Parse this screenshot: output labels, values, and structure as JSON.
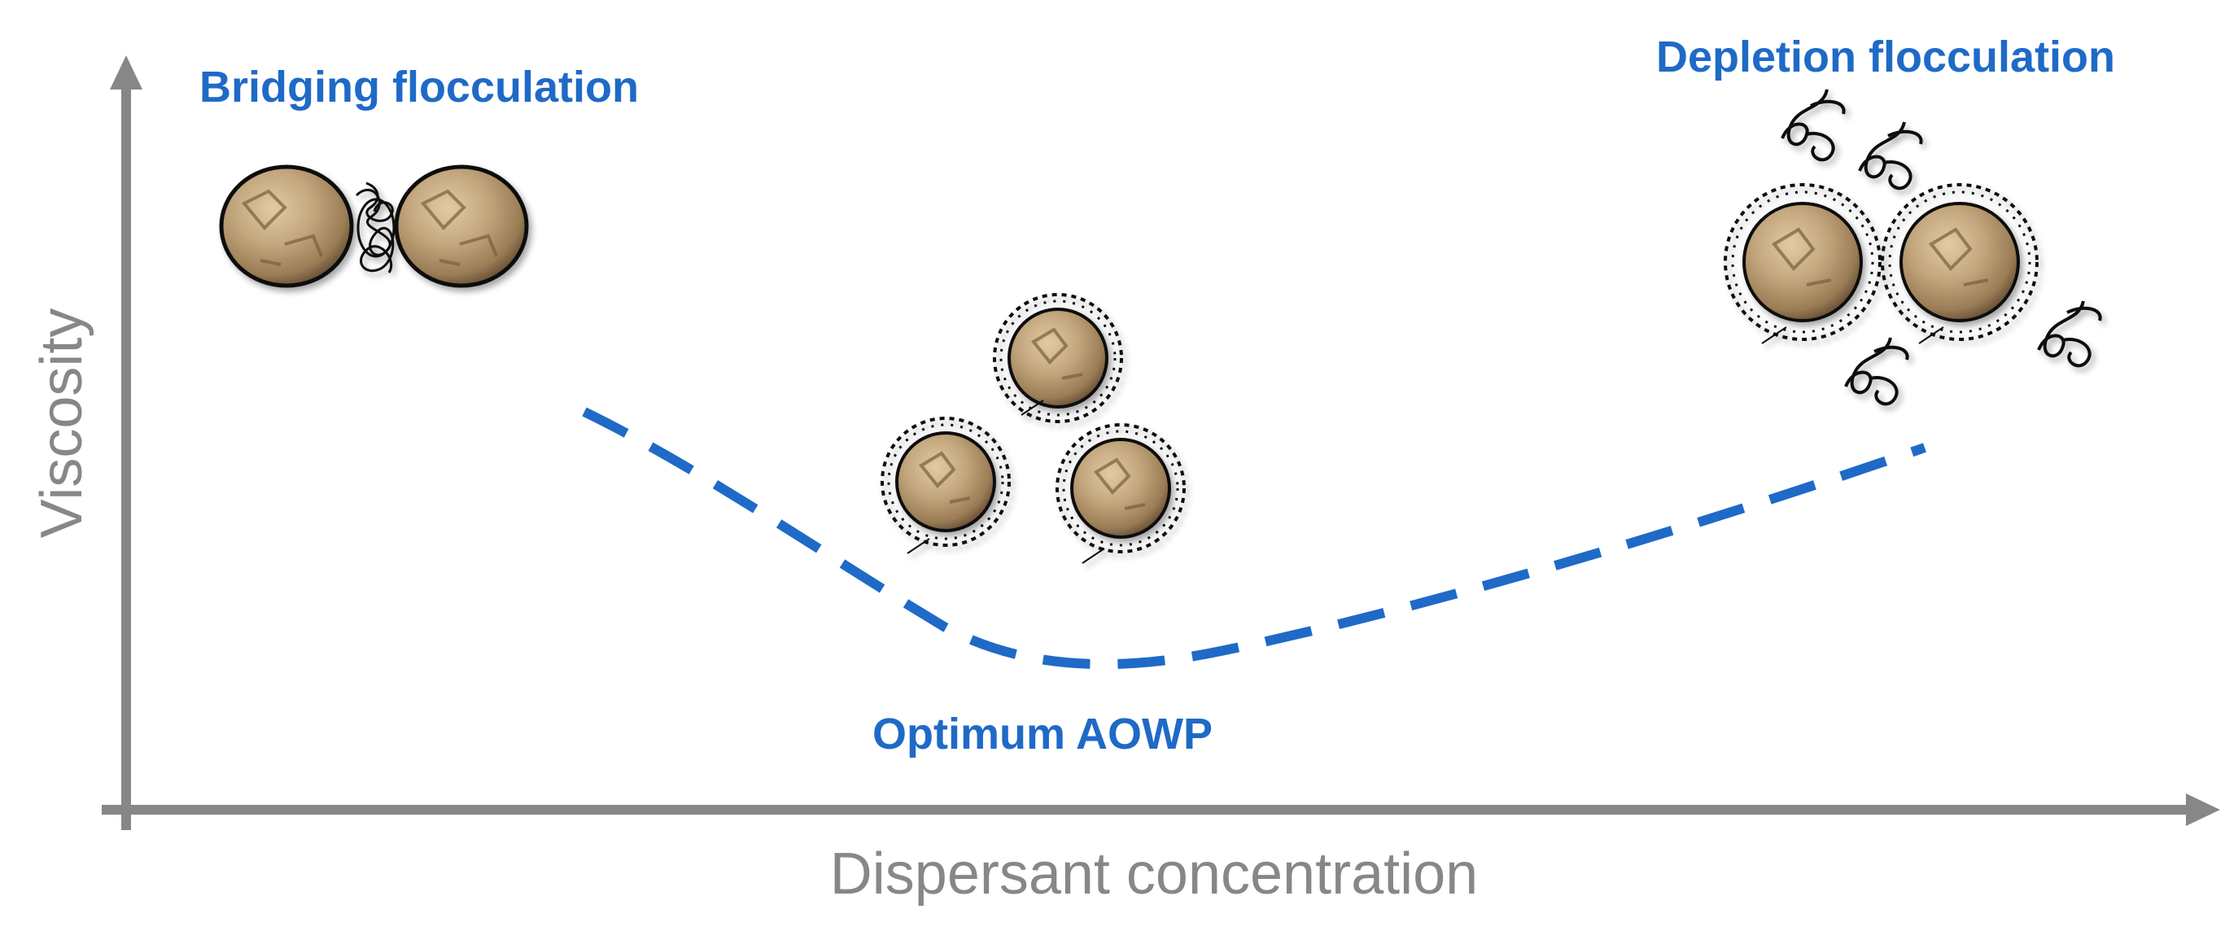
{
  "axes": {
    "x_label": "Dispersant concentration",
    "y_label": "Viscosity"
  },
  "annotations": {
    "bridging": "Bridging flocculation",
    "optimum": "Optimum AOWP",
    "depletion": "Depletion flocculation"
  },
  "colors": {
    "axis": "#878787",
    "accent_blue": "#1f6ac7",
    "particle": "#b89a72",
    "outline": "#111111"
  },
  "icons": {
    "particle": "sand-particle-icon",
    "polymer": "polymer-coil-icon",
    "free_polymer": "free-polymer-chain-icon"
  }
}
